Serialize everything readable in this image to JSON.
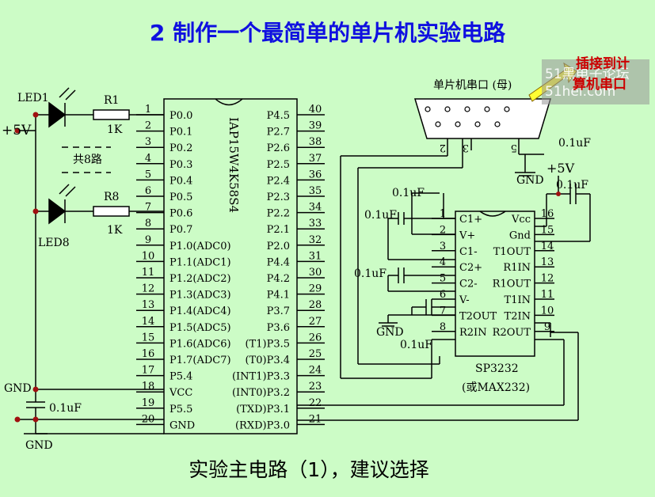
{
  "title": "2  制作一个最简单的单片机实验电路",
  "caption": "实验主电路（1），建议选择",
  "colors": {
    "background": "#ccfcc6",
    "title": "#1010e0",
    "note": "#cc0000"
  },
  "watermark": {
    "line1": "51黑电子论坛",
    "line2": "51hei.com"
  },
  "note": {
    "line1": "插接到计",
    "line2": "算机串口"
  },
  "mcu": {
    "name": "IAP15W4K58S4",
    "left_pins": [
      {
        "num": "1",
        "label": "P0.0"
      },
      {
        "num": "2",
        "label": "P0.1"
      },
      {
        "num": "3",
        "label": "P0.2"
      },
      {
        "num": "4",
        "label": "P0.3"
      },
      {
        "num": "5",
        "label": "P0.4"
      },
      {
        "num": "6",
        "label": "P0.5"
      },
      {
        "num": "7",
        "label": "P0.6"
      },
      {
        "num": "8",
        "label": "P0.7"
      },
      {
        "num": "9",
        "label": "P1.0(ADC0)"
      },
      {
        "num": "10",
        "label": "P1.1(ADC1)"
      },
      {
        "num": "11",
        "label": "P1.2(ADC2)"
      },
      {
        "num": "12",
        "label": "P1.3(ADC3)"
      },
      {
        "num": "13",
        "label": "P1.4(ADC4)"
      },
      {
        "num": "14",
        "label": "P1.5(ADC5)"
      },
      {
        "num": "15",
        "label": "P1.6(ADC6)"
      },
      {
        "num": "16",
        "label": "P1.7(ADC7)"
      },
      {
        "num": "17",
        "label": "P5.4"
      },
      {
        "num": "18",
        "label": "VCC"
      },
      {
        "num": "19",
        "label": "P5.5"
      },
      {
        "num": "20",
        "label": "GND"
      }
    ],
    "right_pins": [
      {
        "num": "40",
        "label": "P4.5"
      },
      {
        "num": "39",
        "label": "P2.7"
      },
      {
        "num": "38",
        "label": "P2.6"
      },
      {
        "num": "37",
        "label": "P2.5"
      },
      {
        "num": "36",
        "label": "P2.4"
      },
      {
        "num": "35",
        "label": "P2.3"
      },
      {
        "num": "34",
        "label": "P2.2"
      },
      {
        "num": "33",
        "label": "P2.1"
      },
      {
        "num": "32",
        "label": "P2.0"
      },
      {
        "num": "31",
        "label": "P4.4"
      },
      {
        "num": "30",
        "label": "P4.2"
      },
      {
        "num": "29",
        "label": "P4.1"
      },
      {
        "num": "28",
        "label": "P3.7"
      },
      {
        "num": "27",
        "label": "P3.6"
      },
      {
        "num": "26",
        "label": "(T1)P3.5"
      },
      {
        "num": "25",
        "label": "(T0)P3.4"
      },
      {
        "num": "24",
        "label": "(INT1)P3.3"
      },
      {
        "num": "23",
        "label": "(INT0)P3.2"
      },
      {
        "num": "22",
        "label": "(TXD)P3.1"
      },
      {
        "num": "21",
        "label": "(RXD)P3.0"
      }
    ]
  },
  "leds": {
    "supply": "+5V",
    "led1": "LED1",
    "r1": "R1",
    "r1_val": "1K",
    "led8": "LED8",
    "r8": "R8",
    "r8_val": "1K",
    "total": "共8路",
    "gnd": "GND",
    "cap": "0.1uF"
  },
  "serial": {
    "label": "单片机串口 (母)",
    "pins": [
      "2",
      "3",
      "5"
    ],
    "cap": "0.1uF",
    "gnd": "GND"
  },
  "sp3232": {
    "name": "SP3232",
    "alt": "(或MAX232)",
    "supply": "+5V",
    "left_pins": [
      {
        "num": "1",
        "label": "C1+"
      },
      {
        "num": "2",
        "label": "V+"
      },
      {
        "num": "3",
        "label": "C1-"
      },
      {
        "num": "4",
        "label": "C2+"
      },
      {
        "num": "5",
        "label": "C2-"
      },
      {
        "num": "6",
        "label": "V-"
      },
      {
        "num": "7",
        "label": "T2OUT"
      },
      {
        "num": "8",
        "label": "R2IN"
      }
    ],
    "right_pins": [
      {
        "num": "16",
        "label": "Vcc"
      },
      {
        "num": "15",
        "label": "Gnd"
      },
      {
        "num": "14",
        "label": "T1OUT"
      },
      {
        "num": "13",
        "label": "R1IN"
      },
      {
        "num": "12",
        "label": "R1OUT"
      },
      {
        "num": "11",
        "label": "T1IN"
      },
      {
        "num": "10",
        "label": "T2IN"
      },
      {
        "num": "9",
        "label": "R2OUT"
      }
    ],
    "caps": [
      "0.1uF",
      "0.1uF",
      "0.1uF",
      "0.1uF",
      "0.1uF"
    ],
    "gnd": "GND"
  }
}
